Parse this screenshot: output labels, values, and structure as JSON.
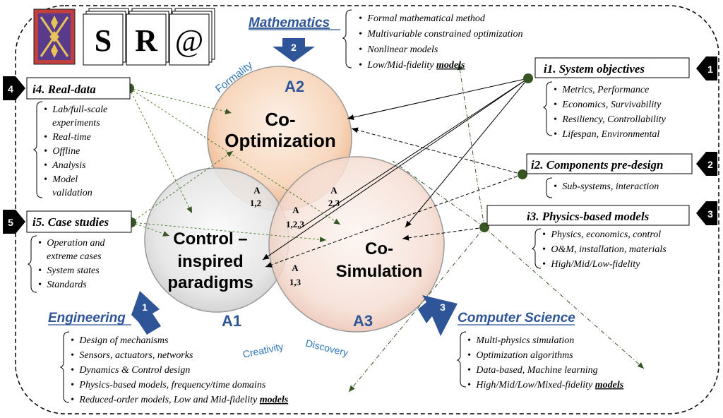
{
  "logo": {
    "letters": [
      "S",
      "R",
      "@"
    ]
  },
  "mathematics": {
    "title": "Mathematics",
    "badge": "2",
    "bullets": [
      "Formal mathematical method",
      "Multivariable constrained optimization",
      "Nonlinear models"
    ],
    "last_bullet_prefix": "Low/Mid-fidelity ",
    "last_bullet_emph": "models"
  },
  "engineering": {
    "title": "Engineering",
    "badge": "1",
    "bullets": [
      "Design of mechanisms",
      "Sensors, actuators, networks",
      "Dynamics & Control design",
      "Physics-based models, frequency/time domains"
    ],
    "last_bullet_prefix": "Reduced-order models, Low and Mid-fidelity ",
    "last_bullet_emph": "models"
  },
  "computer_science": {
    "title": "Computer Science",
    "badge": "3",
    "bullets": [
      "Multi-physics simulation",
      "Optimization algorithms",
      "Data-based, Machine learning"
    ],
    "last_bullet_prefix": "High/Mid/Low/Mixed-fidelity ",
    "last_bullet_emph": "models"
  },
  "inputs": {
    "i1": {
      "badge": "1",
      "title": "i1. System objectives",
      "bullets": [
        "Metrics, Performance",
        "Economics, Survivability",
        "Resiliency, Controllability",
        "Lifespan, Environmental"
      ]
    },
    "i2": {
      "badge": "2",
      "title": "i2. Components pre-design",
      "bullets": [
        "Sub-systems, interaction"
      ]
    },
    "i3": {
      "badge": "3",
      "title": "i3. Physics-based models",
      "bullets": [
        "Physics, economics, control",
        "O&M, installation, materials",
        "High/Mid/Low-fidelity"
      ]
    },
    "i4": {
      "badge": "4",
      "title": "i4. Real-data",
      "bullets_lines": [
        [
          "Lab/full-scale",
          "experiments"
        ],
        [
          "Real-time"
        ],
        [
          "Offline"
        ],
        [
          "Analysis"
        ],
        [
          "Model",
          "validation"
        ]
      ]
    },
    "i5": {
      "badge": "5",
      "title": "i5. Case studies",
      "bullets_lines": [
        [
          "Operation and",
          "extreme cases"
        ],
        [
          "System states"
        ],
        [
          "Standards"
        ]
      ]
    }
  },
  "circles": {
    "a2": {
      "code": "A2",
      "line1": "Co-",
      "line2": "Optimization",
      "arc_label": "Formality",
      "color": "#f4c9a6"
    },
    "a1": {
      "code": "A1",
      "line1": "Control –",
      "line2": "inspired",
      "line3": "paradigms",
      "arc_label": "Creativity",
      "color": "#d9d9d9"
    },
    "a3": {
      "code": "A3",
      "line1": "Co-",
      "line2": "Simulation",
      "arc_label": "Discovery",
      "color": "#f2d4c8"
    }
  },
  "intersections": {
    "a12": [
      "A",
      "1,2"
    ],
    "a23": [
      "A",
      "2,3"
    ],
    "a13": [
      "A",
      "1,3"
    ],
    "a123": [
      "A",
      "1,2,3"
    ]
  },
  "colors": {
    "accent_blue": "#2e5597",
    "connector_green": "#375623",
    "dash_green": "#538135",
    "border": "#000000"
  }
}
